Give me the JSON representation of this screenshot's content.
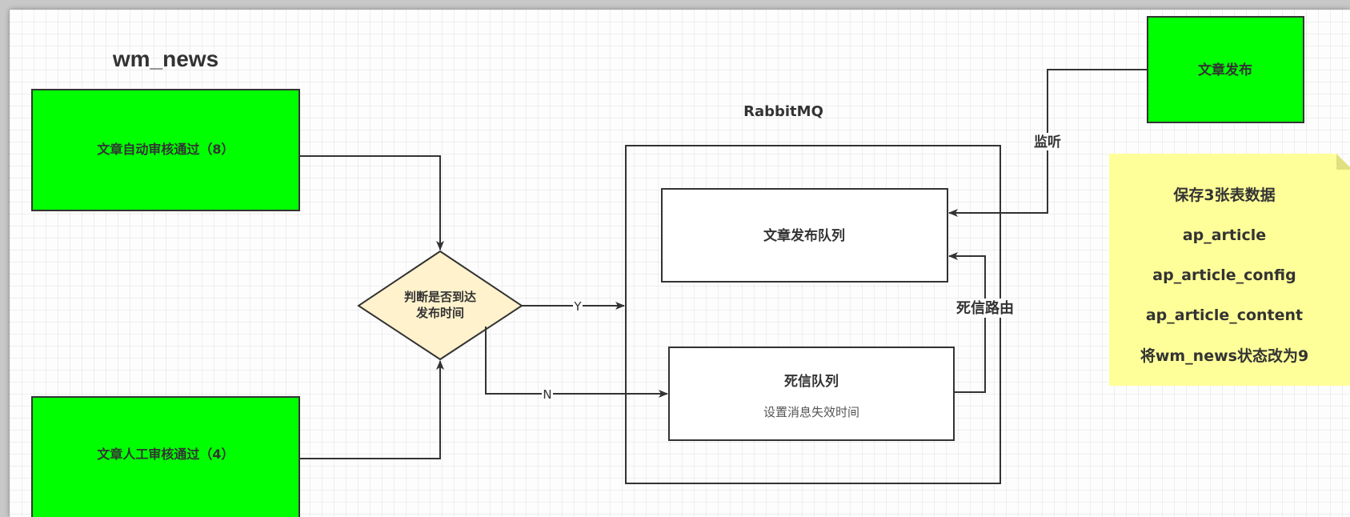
{
  "title": "wm_news",
  "rabbitmq_label": "RabbitMQ",
  "boxes": {
    "auto_review": "文章自动审核通过（8）",
    "manual_review": "文章人工审核通过（4）",
    "publish": "文章发布"
  },
  "decision": {
    "line1": "判断是否到达",
    "line2": "发布时间"
  },
  "queues": {
    "publish_queue": "文章发布队列",
    "dead_letter_queue": "死信队列",
    "dead_letter_note": "设置消息失效时间"
  },
  "edge_labels": {
    "yes": "Y",
    "no": "N",
    "listen": "监听",
    "dead_letter_route": "死信路由"
  },
  "note": {
    "items": [
      "保存3张表数据",
      "ap_article",
      "ap_article_config",
      "ap_article_content",
      "将wm_news状态改为9"
    ]
  },
  "colors": {
    "box_green": "#00ff00",
    "decision_fill": "#fff2cc",
    "note_fill": "#ffff99",
    "stroke": "#333333"
  }
}
